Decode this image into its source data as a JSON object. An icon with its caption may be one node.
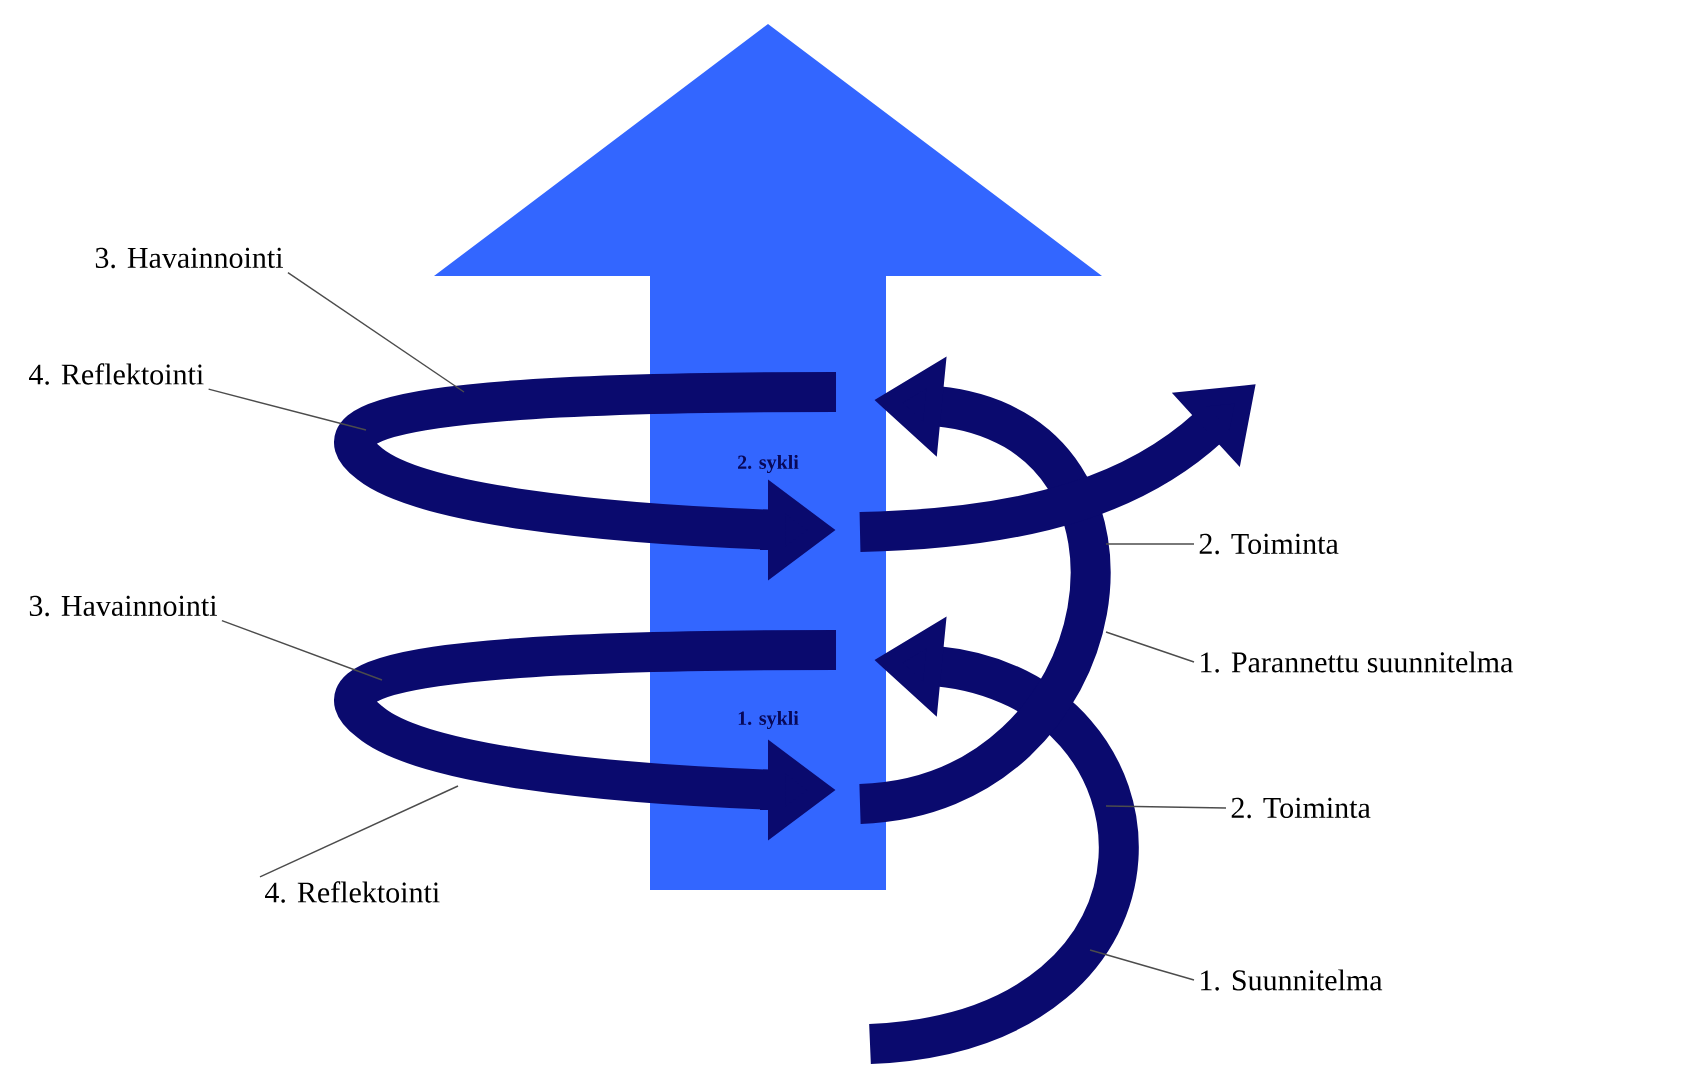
{
  "diagram": {
    "nodes": [
      {
        "text": [
          "2. sykli",
          "1. sykli"
        ]
      },
      {
        "text": [
          "3. Havainnointi"
        ]
      },
      {
        "text": [
          "4. Reflektointi"
        ]
      },
      {
        "text": [
          "3. Havainnointi"
        ]
      },
      {
        "text": [
          "4. Reflektointi"
        ]
      },
      {
        "text": [
          "2. Toiminta"
        ]
      },
      {
        "text": [
          "1. Parannettu suunnitelma"
        ]
      },
      {
        "text": [
          "2. Toiminta"
        ]
      },
      {
        "text": [
          "1. Suunnitelma"
        ]
      }
    ],
    "edges": [
      {
        "from": 1,
        "to": null,
        "arrow": "none"
      },
      {
        "from": 2,
        "to": null,
        "arrow": "none"
      },
      {
        "from": 3,
        "to": null,
        "arrow": "none"
      },
      {
        "from": 4,
        "to": null,
        "arrow": "none"
      },
      {
        "from": 5,
        "to": null,
        "arrow": "none"
      },
      {
        "from": 6,
        "to": null,
        "arrow": "none"
      },
      {
        "from": 7,
        "to": null,
        "arrow": "none"
      },
      {
        "from": 8,
        "to": null,
        "arrow": "none"
      }
    ]
  }
}
